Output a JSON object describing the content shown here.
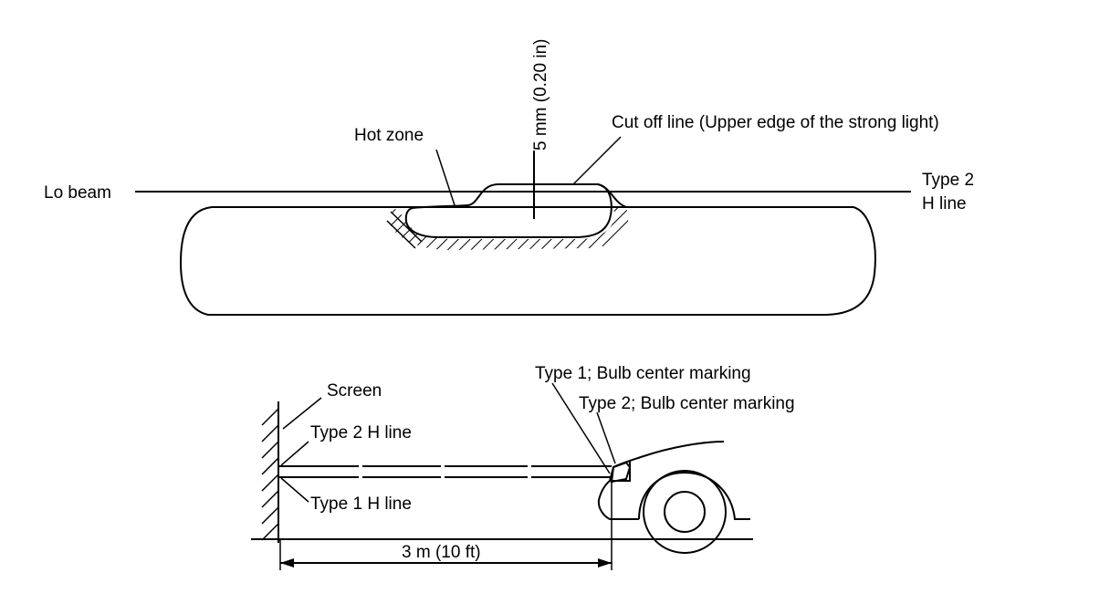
{
  "labels": {
    "measurement": "5 mm (0.20 in)",
    "cut_off_line": "Cut off line (Upper edge of the strong light)",
    "hot_zone": "Hot zone",
    "lo_beam": "Lo beam",
    "type2_h_line_a": "Type 2",
    "type2_h_line_b": "H line",
    "type1_bulb": "Type 1; Bulb center marking",
    "type2_bulb": "Type 2; Bulb center marking",
    "screen": "Screen",
    "type2_hline": "Type 2 H line",
    "type1_hline": "Type 1 H line",
    "distance": "3 m (10 ft)"
  },
  "colors": {
    "ink": "#000000",
    "background": "#ffffff"
  }
}
